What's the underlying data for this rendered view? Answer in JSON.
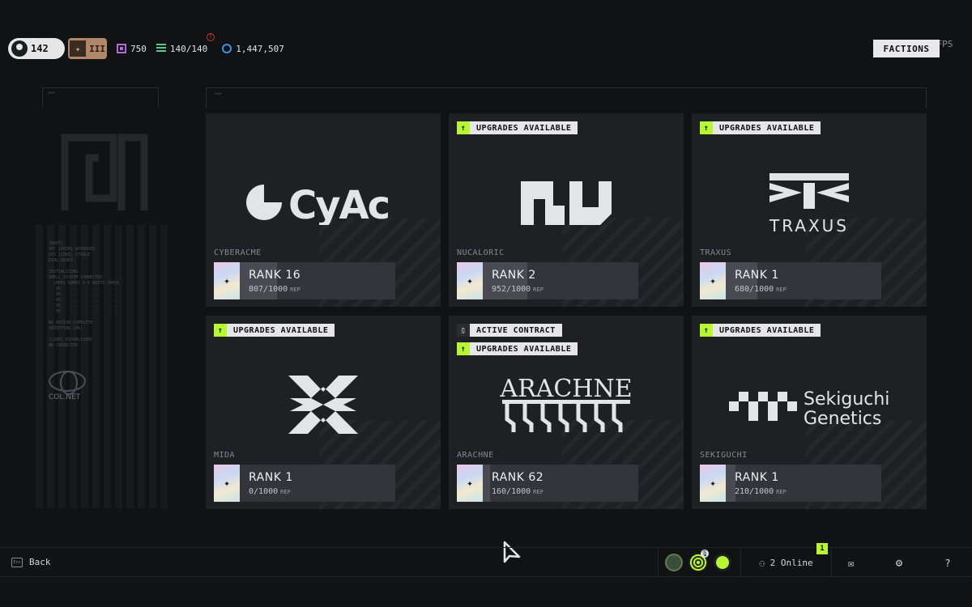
{
  "topbar": {
    "level": "142",
    "prestige": "III",
    "currency_purple": "750",
    "inventory": "140/140",
    "credits": "1,447,507",
    "warning_icon": "alert-icon"
  },
  "header": {
    "factions_label": "FACTIONS",
    "fps": "330 FPS"
  },
  "decor": {
    "colnet_label": "COL.NET"
  },
  "cards": [
    {
      "name": "CYBERACME",
      "rank": "RANK 16",
      "rep": "807/1000",
      "rep_unit": "REP",
      "progress": 0.807,
      "badges": []
    },
    {
      "name": "NUCALORIC",
      "rank": "RANK 2",
      "rep": "952/1000",
      "rep_unit": "REP",
      "progress": 0.952,
      "badges": [
        "UPGRADES AVAILABLE"
      ]
    },
    {
      "name": "TRAXUS",
      "logo_text": "TRAXUS",
      "rank": "RANK 1",
      "rep": "680/1000",
      "rep_unit": "REP",
      "progress": 0.68,
      "badges": [
        "UPGRADES AVAILABLE"
      ]
    },
    {
      "name": "MIDA",
      "rank": "RANK 1",
      "rep": "0/1000",
      "rep_unit": "REP",
      "progress": 0.0,
      "badges": [
        "UPGRADES AVAILABLE"
      ]
    },
    {
      "name": "ARACHNE",
      "logo_text": "ARACHNE",
      "rank": "RANK 62",
      "rep": "160/1000",
      "rep_unit": "REP",
      "progress": 0.16,
      "badges": [
        "ACTIVE CONTRACT",
        "UPGRADES AVAILABLE"
      ]
    },
    {
      "name": "SEKIGUCHI",
      "logo_line1": "Sekiguchi",
      "logo_line2": "Genetics",
      "rank": "RANK 1",
      "rep": "210/1000",
      "rep_unit": "REP",
      "progress": 0.21,
      "badges": [
        "UPGRADES AVAILABLE"
      ]
    }
  ],
  "logo_cyac": "CyAc",
  "bottombar": {
    "back_label": "Back",
    "esc_key": "Esc",
    "online": "2 Online",
    "notification_count": "1",
    "colors": {
      "accent": "#b8f533"
    }
  }
}
